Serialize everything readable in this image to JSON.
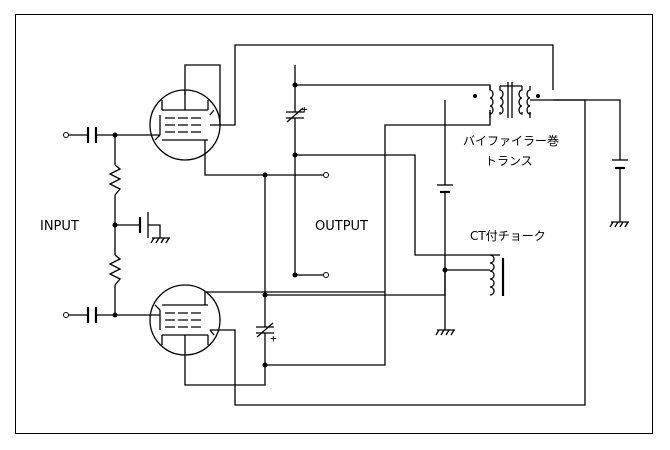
{
  "labels": {
    "input": "INPUT",
    "output": "OUTPUT",
    "transformer_line1": "バイファイラー巻",
    "transformer_line2": "トランス",
    "choke": "CT付チョーク",
    "plus_top": "+",
    "plus_bottom": "+"
  }
}
